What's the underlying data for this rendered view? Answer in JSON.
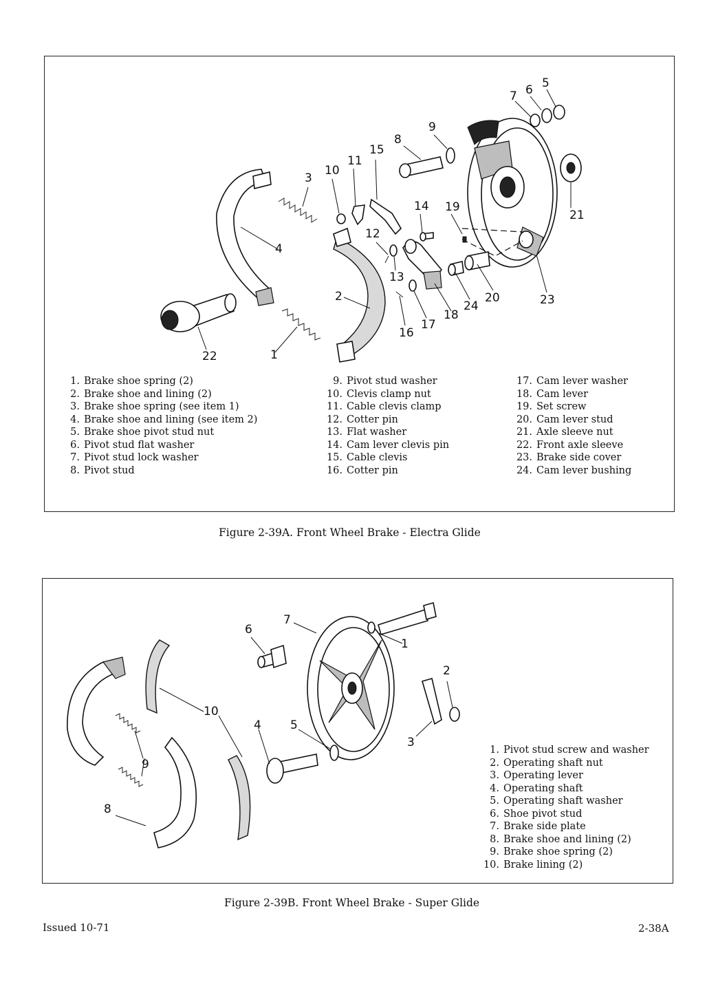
{
  "figure_a": {
    "caption": "Figure 2-39A. Front Wheel Brake - Electra Glide",
    "callouts": [
      "1",
      "2",
      "3",
      "4",
      "5",
      "6",
      "7",
      "8",
      "9",
      "10",
      "11",
      "12",
      "13",
      "14",
      "15",
      "16",
      "17",
      "18",
      "19",
      "20",
      "21",
      "22",
      "23",
      "24"
    ],
    "legend": [
      [
        {
          "num": "1.",
          "text": "Brake shoe spring (2)"
        },
        {
          "num": "2.",
          "text": "Brake shoe and lining (2)"
        },
        {
          "num": "3.",
          "text": "Brake shoe spring (see item 1)"
        },
        {
          "num": "4.",
          "text": "Brake shoe and lining (see item 2)"
        },
        {
          "num": "5.",
          "text": "Brake shoe pivot stud nut"
        },
        {
          "num": "6.",
          "text": "Pivot stud flat washer"
        },
        {
          "num": "7.",
          "text": "Pivot stud lock washer"
        },
        {
          "num": "8.",
          "text": "Pivot stud"
        }
      ],
      [
        {
          "num": "9.",
          "text": "Pivot stud washer"
        },
        {
          "num": "10.",
          "text": "Clevis clamp nut"
        },
        {
          "num": "11.",
          "text": "Cable clevis clamp"
        },
        {
          "num": "12.",
          "text": "Cotter pin"
        },
        {
          "num": "13.",
          "text": "Flat washer"
        },
        {
          "num": "14.",
          "text": "Cam lever clevis pin"
        },
        {
          "num": "15.",
          "text": "Cable clevis"
        },
        {
          "num": "16.",
          "text": "Cotter pin"
        }
      ],
      [
        {
          "num": "17.",
          "text": "Cam lever washer"
        },
        {
          "num": "18.",
          "text": "Cam lever"
        },
        {
          "num": "19.",
          "text": "Set screw"
        },
        {
          "num": "20.",
          "text": "Cam lever stud"
        },
        {
          "num": "21.",
          "text": "Axle sleeve nut"
        },
        {
          "num": "22.",
          "text": "Front axle sleeve"
        },
        {
          "num": "23.",
          "text": "Brake side cover"
        },
        {
          "num": "24.",
          "text": "Cam lever bushing"
        }
      ]
    ]
  },
  "figure_b": {
    "caption": "Figure 2-39B. Front Wheel Brake - Super Glide",
    "callouts": [
      "1",
      "2",
      "3",
      "4",
      "5",
      "6",
      "7",
      "8",
      "9",
      "10"
    ],
    "legend": [
      {
        "num": "1.",
        "text": "Pivot stud screw and washer"
      },
      {
        "num": "2.",
        "text": "Operating shaft nut"
      },
      {
        "num": "3.",
        "text": "Operating lever"
      },
      {
        "num": "4.",
        "text": "Operating shaft"
      },
      {
        "num": "5.",
        "text": "Operating shaft washer"
      },
      {
        "num": "6.",
        "text": "Shoe pivot stud"
      },
      {
        "num": "7.",
        "text": "Brake side plate"
      },
      {
        "num": "8.",
        "text": "Brake shoe and lining (2)"
      },
      {
        "num": "9.",
        "text": "Brake shoe spring (2)"
      },
      {
        "num": "10.",
        "text": "Brake lining (2)"
      }
    ]
  },
  "footer": {
    "issued": "Issued 10-71",
    "page_number": "2-38A"
  }
}
